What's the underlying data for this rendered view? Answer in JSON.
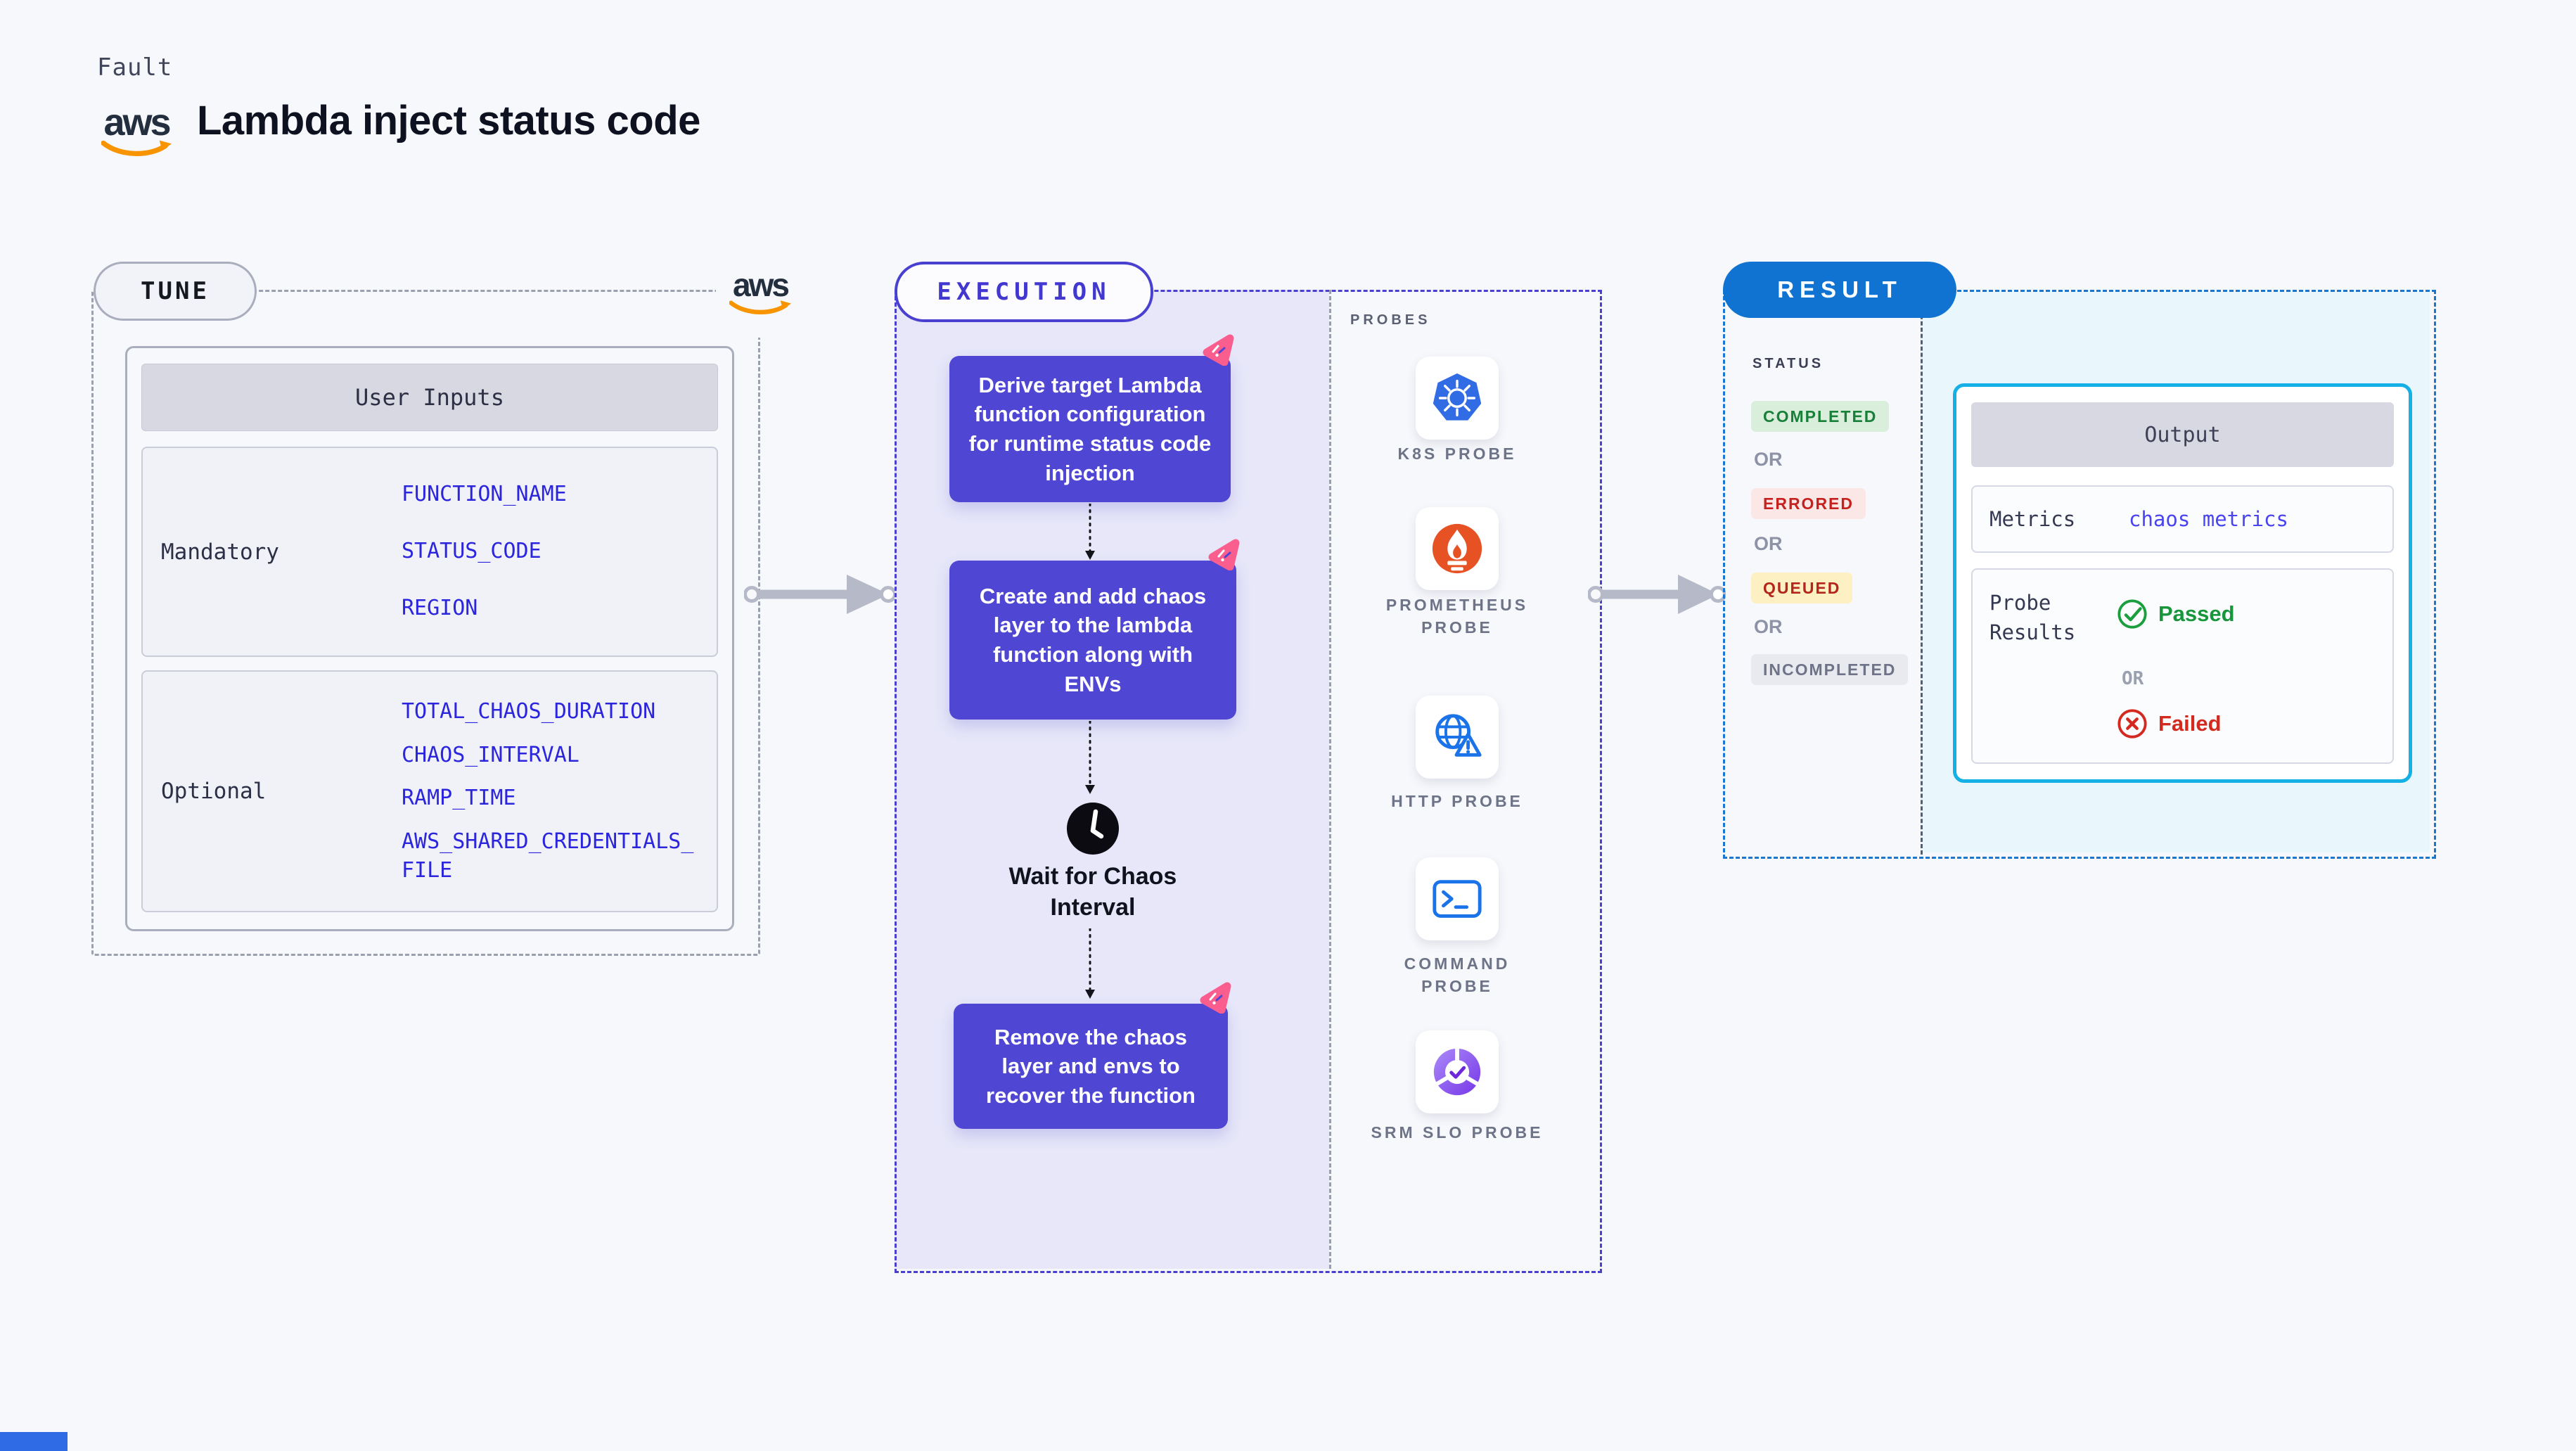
{
  "header": {
    "kicker": "Fault",
    "title": "Lambda inject status code",
    "aws_logo_text": "aws"
  },
  "tune": {
    "pill": "TUNE",
    "aws_logo_text": "aws",
    "card_title": "User Inputs",
    "mandatory_label": "Mandatory",
    "mandatory_envs": [
      "FUNCTION_NAME",
      "STATUS_CODE",
      "REGION"
    ],
    "optional_label": "Optional",
    "optional_envs": [
      "TOTAL_CHAOS_DURATION",
      "CHAOS_INTERVAL",
      "RAMP_TIME",
      "AWS_SHARED_CREDENTIALS_FILE"
    ]
  },
  "execution": {
    "pill": "EXECUTION",
    "step1": "Derive target Lambda function configuration for runtime status code injection",
    "step2": "Create and add chaos layer to the lambda function along with ENVs",
    "wait": "Wait for Chaos Interval",
    "step3": "Remove the chaos layer and envs to recover the function"
  },
  "probes": {
    "heading": "PROBES",
    "items": [
      {
        "label": "K8S PROBE",
        "icon": "kubernetes-icon"
      },
      {
        "label": "PROMETHEUS PROBE",
        "icon": "prometheus-icon"
      },
      {
        "label": "HTTP PROBE",
        "icon": "globe-warning-icon"
      },
      {
        "label": "COMMAND PROBE",
        "icon": "terminal-icon"
      },
      {
        "label": "SRM SLO PROBE",
        "icon": "slo-donut-check-icon"
      }
    ]
  },
  "result": {
    "pill": "RESULT",
    "status_heading": "STATUS",
    "or": "OR",
    "statuses": [
      {
        "label": "COMPLETED",
        "color": "#188038",
        "bg": "#d9efdc"
      },
      {
        "label": "ERRORED",
        "color": "#c5221f",
        "bg": "#fbe7e6"
      },
      {
        "label": "QUEUED",
        "color": "#b3261c",
        "bg": "#fdf0c3"
      },
      {
        "label": "INCOMPLETED",
        "color": "#6f7388",
        "bg": "#e9eaf0"
      }
    ],
    "output": {
      "title": "Output",
      "metrics_label": "Metrics",
      "metrics_value": "chaos metrics",
      "probe_results_label": "Probe Results",
      "passed": "Passed",
      "or": "OR",
      "failed": "Failed"
    }
  },
  "colors": {
    "accent_indigo": "#4f46d4",
    "accent_blue": "#1173d1",
    "accent_cyan": "#14b0e6",
    "lavender_bg": "#e7e7f9",
    "cyan_bg": "#e9f6fc",
    "green": "#188038",
    "red": "#c5221f",
    "pink_pinwheel": "#fa5e8f",
    "aws_orange": "#f79400",
    "k8s_blue": "#326ce5",
    "prometheus_orange": "#e75225",
    "probe_icon_blue": "#1a73e8",
    "slo_purple": "#7636e8"
  }
}
